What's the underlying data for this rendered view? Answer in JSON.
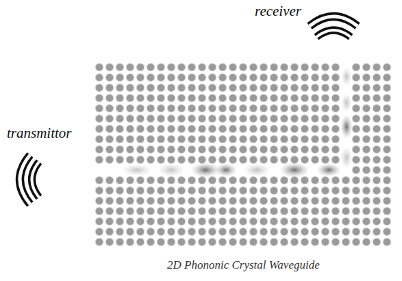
{
  "diagram": {
    "caption": "2D Phononic Crystal Waveguide",
    "labels": [
      "receiver",
      "transmittor"
    ]
  }
}
